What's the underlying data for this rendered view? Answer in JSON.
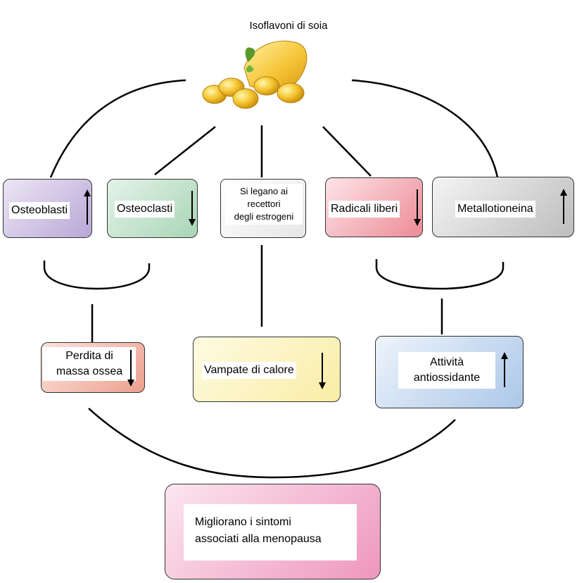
{
  "title": "Isoflavoni di soia",
  "nodes": {
    "osteoblasti": {
      "label": "Osteoblasti",
      "arrow": "up"
    },
    "osteoclasti": {
      "label": "Osteoclasti",
      "arrow": "down"
    },
    "recettori": {
      "line1": "Si legano ai",
      "line2": "recettori",
      "line3": "degli estrogeni"
    },
    "radicali": {
      "label": "Radicali liberi",
      "arrow": "down"
    },
    "metallotioneina": {
      "label": "Metallotioneina",
      "arrow": "up"
    },
    "perdita": {
      "line1": "Perdita di",
      "line2": "massa ossea",
      "arrow": "down"
    },
    "vampate": {
      "label": "Vampate di calore",
      "arrow": "down"
    },
    "attivita": {
      "line1": "Attività",
      "line2": "antiossidante",
      "arrow": "up"
    },
    "sintomi": {
      "line1": "Migliorano i sintomi",
      "line2": "associati alla menopausa"
    }
  },
  "colors": {
    "osteoblasti": "#b9a7d6",
    "osteoclasti": "#a9d5b6",
    "recettori": "#e6e6e6",
    "radicali": "#ec8b96",
    "metallotioneina": "#bdbdbd",
    "perdita": "#ec9f8e",
    "vampate": "#f8eda5",
    "attivita": "#abc7e8",
    "sintomi": "#ee97bd",
    "soy": "#f2c531",
    "leaf": "#5a9a2b"
  }
}
